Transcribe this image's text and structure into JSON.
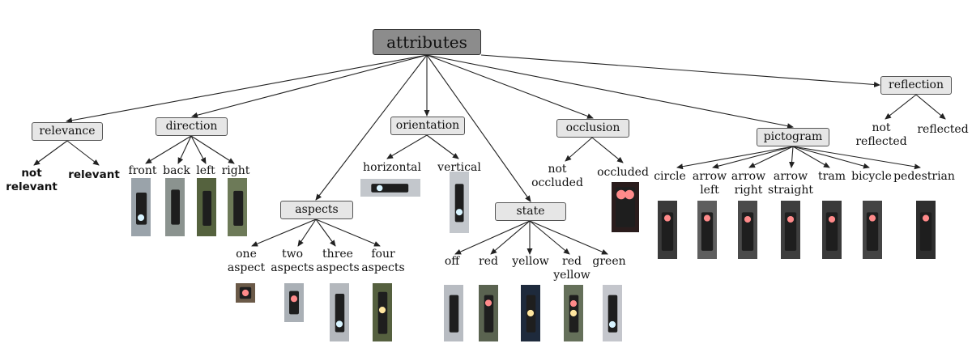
{
  "root": "attributes",
  "categories": {
    "relevance": {
      "label": "relevance",
      "values": [
        {
          "text": "not\nrelevant"
        },
        {
          "text": "relevant"
        }
      ]
    },
    "direction": {
      "label": "direction",
      "values": [
        {
          "text": "front"
        },
        {
          "text": "back"
        },
        {
          "text": "left"
        },
        {
          "text": "right"
        }
      ]
    },
    "aspects": {
      "label": "aspects",
      "values": [
        {
          "text": "one\naspect"
        },
        {
          "text": "two\naspects"
        },
        {
          "text": "three\naspects"
        },
        {
          "text": "four\naspects"
        }
      ]
    },
    "orientation": {
      "label": "orientation",
      "values": [
        {
          "text": "horizontal"
        },
        {
          "text": "vertical"
        }
      ]
    },
    "state": {
      "label": "state",
      "values": [
        {
          "text": "off"
        },
        {
          "text": "red"
        },
        {
          "text": "yellow"
        },
        {
          "text": "red\nyellow"
        },
        {
          "text": "green"
        }
      ]
    },
    "occlusion": {
      "label": "occlusion",
      "values": [
        {
          "text": "not\noccluded"
        },
        {
          "text": "occluded"
        }
      ]
    },
    "pictogram": {
      "label": "pictogram",
      "values": [
        {
          "text": "circle"
        },
        {
          "text": "arrow\nleft"
        },
        {
          "text": "arrow\nright"
        },
        {
          "text": "arrow\nstraight"
        },
        {
          "text": "tram"
        },
        {
          "text": "bicycle"
        },
        {
          "text": "pedestrian"
        }
      ]
    },
    "reflection": {
      "label": "reflection",
      "values": [
        {
          "text": "not\nreflected"
        },
        {
          "text": "reflected"
        }
      ]
    }
  },
  "colors": {
    "root_fill": "#8c8c8c",
    "node_fill": "#e6e6e6",
    "housing": "#1e1e1e",
    "lamp_off": "#3a3a3a",
    "lamp_red": "#ff8a8a",
    "lamp_yellow": "#ffe6a0",
    "lamp_green": "#d8f4ff"
  }
}
